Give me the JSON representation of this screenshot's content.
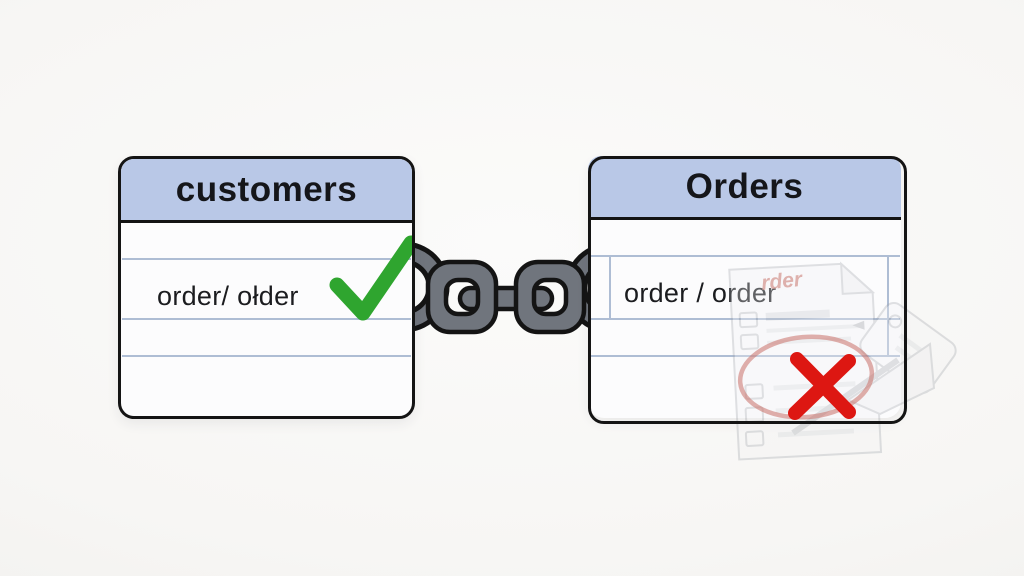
{
  "diagram": {
    "tables": [
      {
        "title": "customers",
        "row_label": "order/ ołder",
        "status": "valid",
        "status_icon": "checkmark-icon"
      },
      {
        "title": "Orders",
        "row_label": "order / order",
        "status": "invalid",
        "status_icon": "cross-icon"
      }
    ],
    "connector": {
      "icon": "chain-link-icon"
    },
    "ghost": {
      "watermark": "rder",
      "icon": "ghost-document-icon"
    },
    "colors": {
      "background": "#f7f6f4",
      "header_bg": "#b9c8e7",
      "table_border": "#141414",
      "row_line": "#aebdd4",
      "check_green": "#2fa52f",
      "cross_red": "#dd1712",
      "oval_red": "#c96f68",
      "chain_gray": "#70757d",
      "chain_outline": "#141414",
      "ghost_gray": "#a0a4ab"
    }
  }
}
